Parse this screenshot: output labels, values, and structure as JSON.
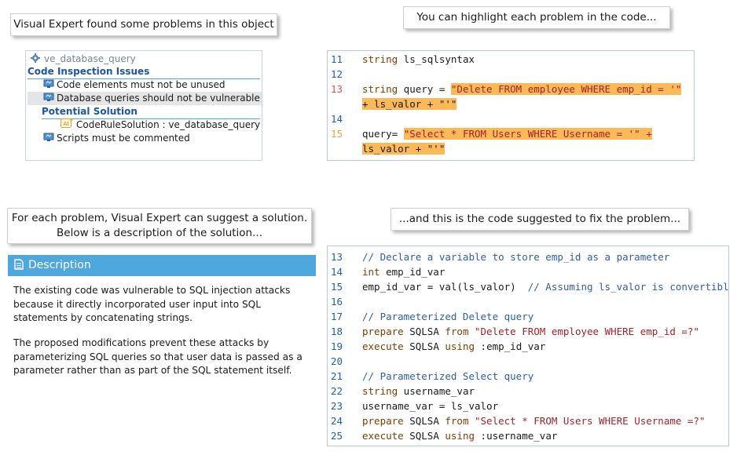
{
  "callouts": {
    "problems": "Visual Expert found some problems in this object",
    "highlight": "You can highlight each problem in the code...",
    "suggest_line1": "For each problem, Visual Expert can suggest a solution.",
    "suggest_line2": "Below is a description of the solution...",
    "fix": "...and this is the code suggested to fix the problem..."
  },
  "tree": {
    "object_name": "ve_database_query",
    "section1": "Code Inspection Issues",
    "item1": "Code elements must not be unused",
    "item2": "Database queries should not be vulnerable to injection attacks",
    "subsection": "Potential Solution",
    "solution": "CodeRuleSolution : ve_database_query",
    "item3": "Scripts must be commented"
  },
  "code_before": {
    "lines": [
      {
        "n": "11",
        "text": "string ls_sqlsyntax"
      },
      {
        "n": "12",
        "text": ""
      },
      {
        "n": "13",
        "a": "string query = ",
        "b": "\"Delete FROM employee WHERE emp_id = '\""
      },
      {
        "n": "",
        "b": "+ ls_valor + \"'\""
      },
      {
        "n": "14",
        "text": ""
      },
      {
        "n": "15",
        "a": "query= ",
        "b": "\"Select * FROM Users WHERE Username = '\" +"
      },
      {
        "n": "",
        "b": "ls_valor + \"'\""
      }
    ]
  },
  "description": {
    "title": "Description",
    "para1": "The existing code was vulnerable to SQL injection attacks because it directly incorporated user input into SQL statements by concatenating strings.",
    "para2": "The proposed modifications prevent these attacks by parameterizing SQL queries so that user data is passed as a parameter rather than as part of the SQL statement itself."
  },
  "code_after": {
    "l13": "13",
    "c13": "// Declare a variable to store emp_id as a parameter",
    "l14": "14",
    "k14": "int",
    "t14": " emp_id_var",
    "l15": "15",
    "t15": "emp_id_var = val(ls_valor)  ",
    "c15": "// Assuming ls_valor is convertible to an integer",
    "l16": "16",
    "l17": "17",
    "c17": "// Parameterized Delete query",
    "l18": "18",
    "k18": "prepare",
    "t18a": " SQLSA ",
    "k18b": "from",
    "s18": " \"Delete FROM employee WHERE emp_id =?\"",
    "l19": "19",
    "k19": "execute",
    "t19a": " SQLSA ",
    "k19b": "using",
    "t19b": " :emp_id_var",
    "l20": "20",
    "l21": "21",
    "c21": "// Parameterized Select query",
    "l22": "22",
    "k22": "string",
    "t22": " username_var",
    "l23": "23",
    "t23": "username_var = ls_valor",
    "l24": "24",
    "k24": "prepare",
    "t24a": " SQLSA ",
    "k24b": "from",
    "s24": " \"Select * FROM Users WHERE Username =?\"",
    "l25": "25",
    "k25": "execute",
    "t25a": " SQLSA ",
    "k25b": "using",
    "t25b": " :username_var"
  },
  "colors": {
    "accent": "#4ea7dd",
    "highlight": "#fbb957",
    "line_warn": "#d9534f",
    "line_warn2": "#e8a33d"
  }
}
